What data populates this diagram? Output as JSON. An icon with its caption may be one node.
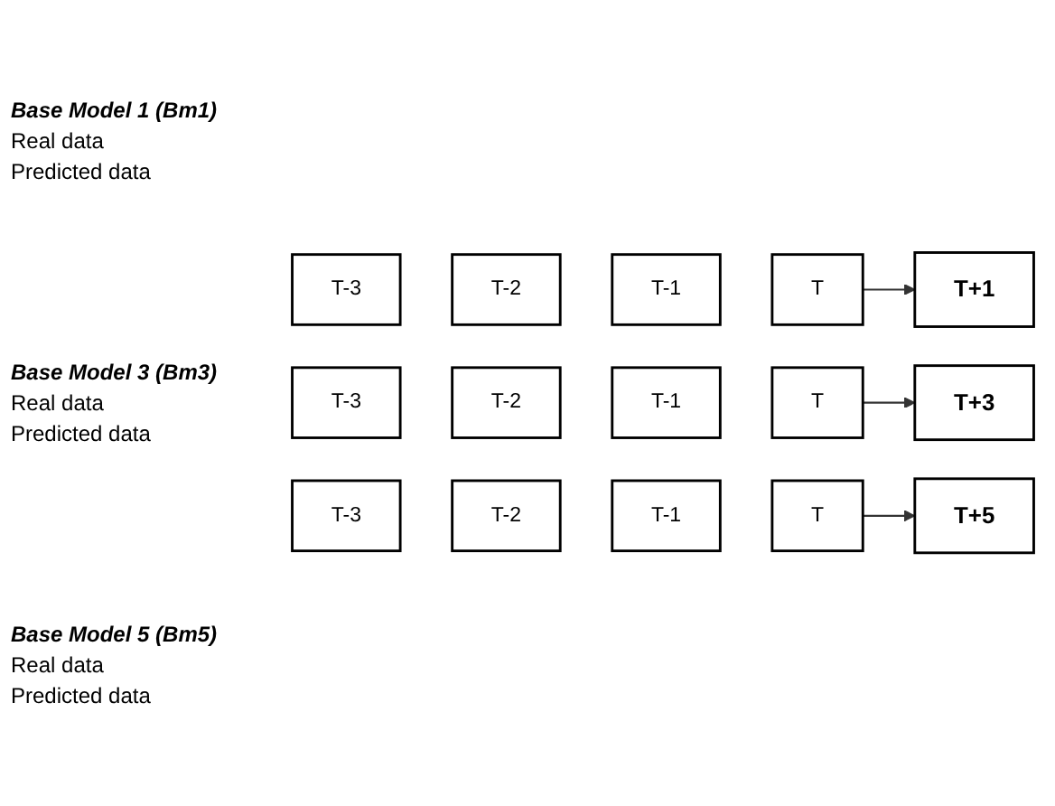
{
  "diagram": {
    "nodes": [
      {
        "text": [
          "T-3"
        ]
      },
      {
        "text": [
          "T-2"
        ]
      },
      {
        "text": [
          "T-1"
        ]
      },
      {
        "text": [
          "T"
        ]
      },
      {
        "text": [
          "T+1"
        ]
      },
      {
        "text": [
          "T-3"
        ]
      },
      {
        "text": [
          "T-2"
        ]
      },
      {
        "text": [
          "T-1"
        ]
      },
      {
        "text": [
          "T"
        ]
      },
      {
        "text": [
          "T+3"
        ]
      },
      {
        "text": [
          "T-3"
        ]
      },
      {
        "text": [
          "T-2"
        ]
      },
      {
        "text": [
          "T-1"
        ]
      },
      {
        "text": [
          "T"
        ]
      },
      {
        "text": [
          "T+5"
        ]
      }
    ],
    "edges": [
      {
        "from": 3,
        "to": 4,
        "arrow": "to"
      },
      {
        "from": 8,
        "to": 9,
        "arrow": "to"
      },
      {
        "from": 13,
        "to": 14,
        "arrow": "to"
      }
    ],
    "labels": [
      "Base Model 1 (Bm1)",
      "Real data",
      "Predicted data",
      "Base Model 3 (Bm3)",
      "Real data",
      "Predicted data",
      "Base Model 5 (Bm5)",
      "Real data",
      "Predicted data"
    ]
  }
}
